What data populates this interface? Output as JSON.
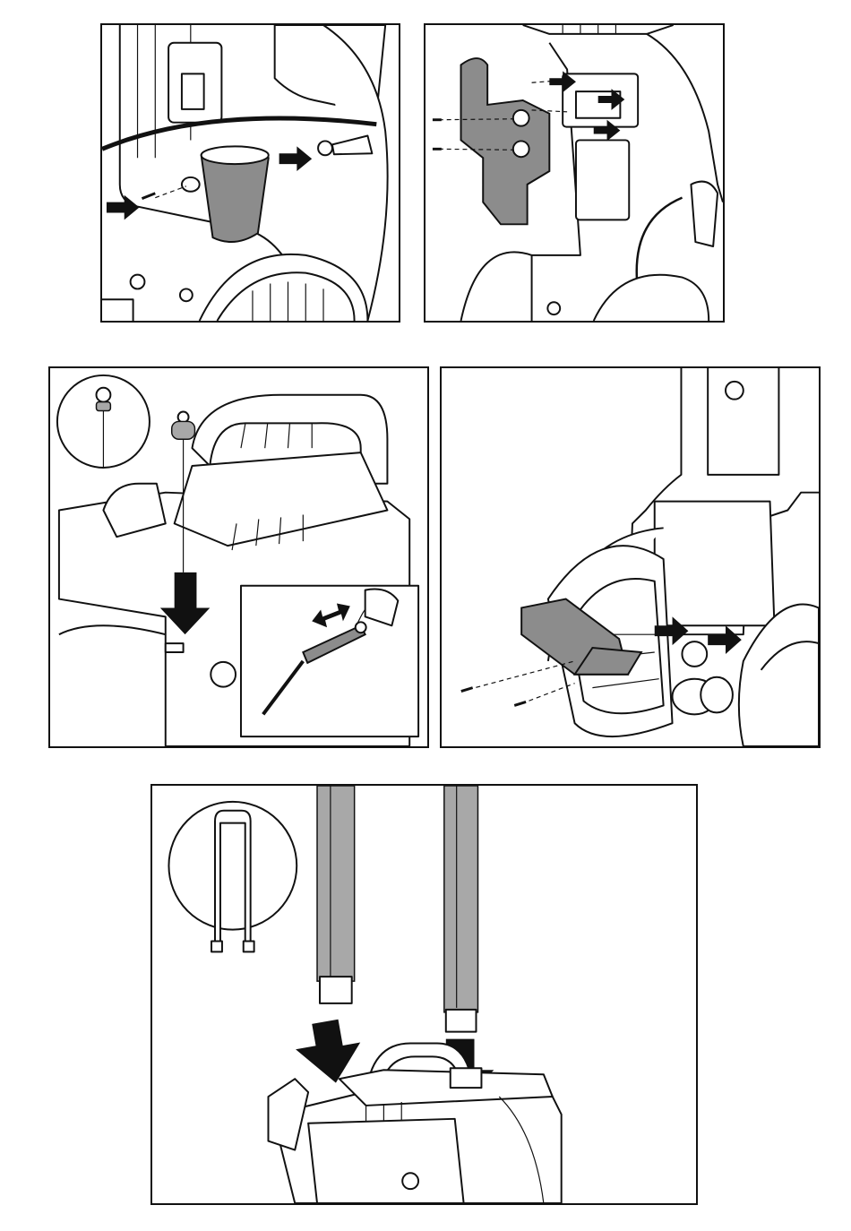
{
  "figure": {
    "panels": [
      {
        "id": "panel-1",
        "content": "cup-holder-mounting"
      },
      {
        "id": "panel-2",
        "content": "gun-holder-mounting"
      },
      {
        "id": "panel-3",
        "content": "wand-holder-insert"
      },
      {
        "id": "panel-4",
        "content": "hose-guard-mounting"
      },
      {
        "id": "panel-5",
        "content": "handle-insert"
      }
    ]
  },
  "icons": {
    "arrow": "push-arrow-icon",
    "double_arrow": "double-arrow-icon",
    "screw": "screw-icon"
  },
  "colors": {
    "line": "#111111",
    "part_fill": "#8c8c8c",
    "background": "#ffffff"
  }
}
